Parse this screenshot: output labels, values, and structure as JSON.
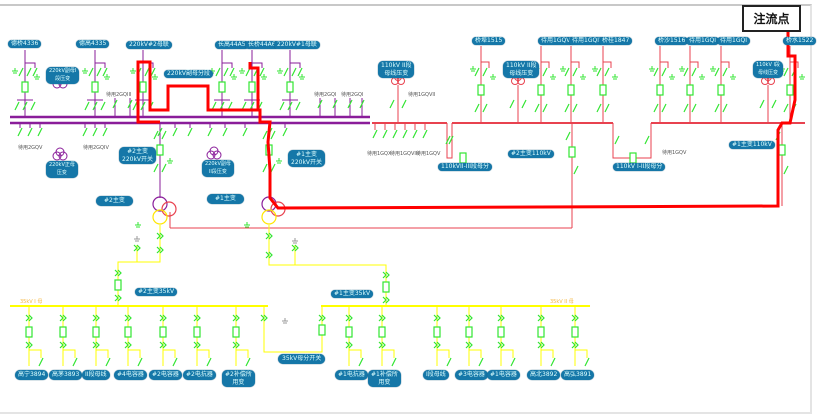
{
  "injection_point": {
    "label": "注流点"
  },
  "colors": {
    "kv220": "#8a1d9a",
    "kv110": "#e8424f",
    "kv35": "#ffff00",
    "switch": "#31e531",
    "fault_path": "#ff0000",
    "label_bg": "#1577a8"
  },
  "labels_220": {
    "feeder_4336": "德桥4336",
    "feeder_4335": "德高4335",
    "bus2_pt": "220kV#2母联",
    "sub_bus_section": "220kV副母分段",
    "feeder_44A5": "长高44A5",
    "feeder_44A6": "长桥44A6",
    "bus1_pt": "220kV#1母联",
    "pt_left": "220kV副母I\n段压变",
    "pt_bottom_left": "220kV正母\n压变",
    "pt_bottom_right": "220kV副母\nII段压变",
    "main2_switch": "#2主变\n220kV开关",
    "main1_switch": "#1主变\n220kV开关",
    "main2": "#2主变",
    "main1": "#1主变",
    "spare_2gqiii": "待用2GQIII",
    "spare_2gqi_a": "待用2GQI",
    "spare_2gqi_b": "待用2GQI",
    "spare_2gqv": "待用2GQV",
    "spare_2gqiv": "待用2GQIV"
  },
  "labels_110": {
    "bus2_pt": "110kV II段\n母线压变",
    "bus1_pt_mid": "110kV II段\n母线压变",
    "feeder_1515": "桥埠1515",
    "spare_1gqvi": "待用1GQVI",
    "spare_1gqii": "待用1GQII",
    "feeder_1847": "桥桂1847",
    "feeder_1516": "桥沙1516",
    "spare_1gqi_a": "待用1GQI",
    "spare_1gqi_b": "待用1GQI",
    "feeder_1522": "桥水1522",
    "bus1_pt": "110kV I段\n母线压变",
    "spare_1gqvii": "待用1GQVII",
    "spare_1gqx": "待用1GQX",
    "spare_1gqviii": "待用1GQVIII",
    "spare_1gqv_b": "待用1GQV",
    "spare_1gqv": "待用1GQV",
    "section_2_3": "110kVII-III段母分",
    "section_1_2": "110kV I-II段母分",
    "main2_110": "#2主变110kV",
    "main1_110": "#1主变110kV"
  },
  "labels_35": {
    "bus_I": "35kV I 母",
    "bus_II": "35kV II 母",
    "main2_35": "#2主变35kV",
    "main1_35": "#1主变35kV",
    "section_switch": "35kV母分开关",
    "feeders": [
      "高宁3894",
      "高茅3893",
      "II段母线",
      "#4电容器",
      "#2电容器",
      "#2电抗器",
      "#2补偿所\n用变",
      "#1电抗器",
      "#1补偿所\n用变",
      "I段母线",
      "#3电容器",
      "#1电容器",
      "高北3892",
      "高弘3891"
    ]
  }
}
